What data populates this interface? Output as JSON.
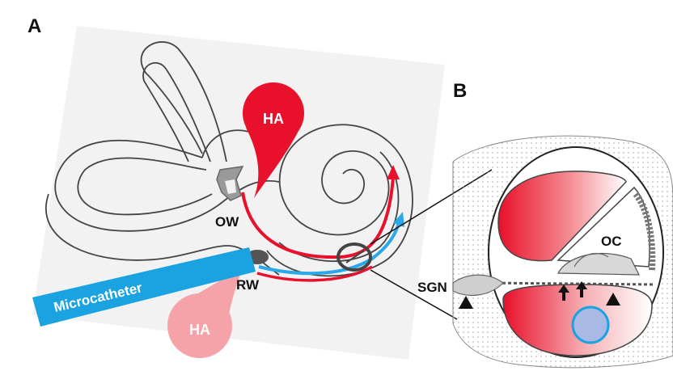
{
  "panels": {
    "a": "A",
    "b": "B"
  },
  "panel_a": {
    "ha_top": "HA",
    "ha_bottom": "HA",
    "ow": "OW",
    "rw": "RW",
    "catheter": "Microcatheter"
  },
  "panel_b": {
    "oc": "OC",
    "sgn": "SGN"
  },
  "colors": {
    "ha_top": "#e8102a",
    "ha_bottom": "#f5a3a8",
    "catheter": "#1aa3e0",
    "red_path": "#e8102a",
    "blue_path": "#2aa8e8",
    "target_circle": "#a9b9e6"
  }
}
